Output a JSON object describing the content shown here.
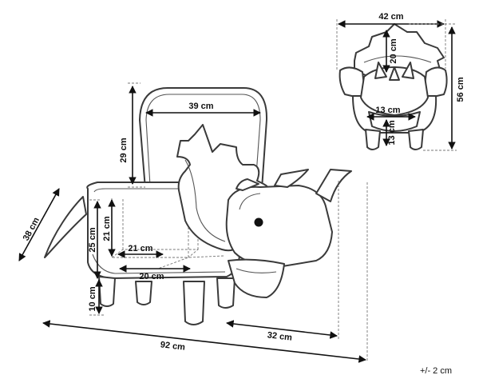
{
  "diagram": {
    "type": "dimension-drawing",
    "subject": "triceratops storage ottoman",
    "side_view": {
      "labels": {
        "lid_width": "39 cm",
        "lid_height": "29 cm",
        "depth_diag": "38 cm",
        "storage_depth": "21 cm",
        "storage_height": "25 cm",
        "inner_depth": "21 cm",
        "inner_width": "20 cm",
        "leg_height": "10 cm",
        "total_length": "92 cm",
        "head_length": "32 cm"
      }
    },
    "front_view": {
      "labels": {
        "total_width": "42 cm",
        "frill_height": "20 cm",
        "total_height": "56 cm",
        "face_width": "13 cm",
        "face_height": "13 cm"
      }
    },
    "tolerance": "+/- 2 cm"
  },
  "colors": {
    "outline": "#3a3a3a",
    "dimension_line": "#111111",
    "background": "#ffffff"
  }
}
